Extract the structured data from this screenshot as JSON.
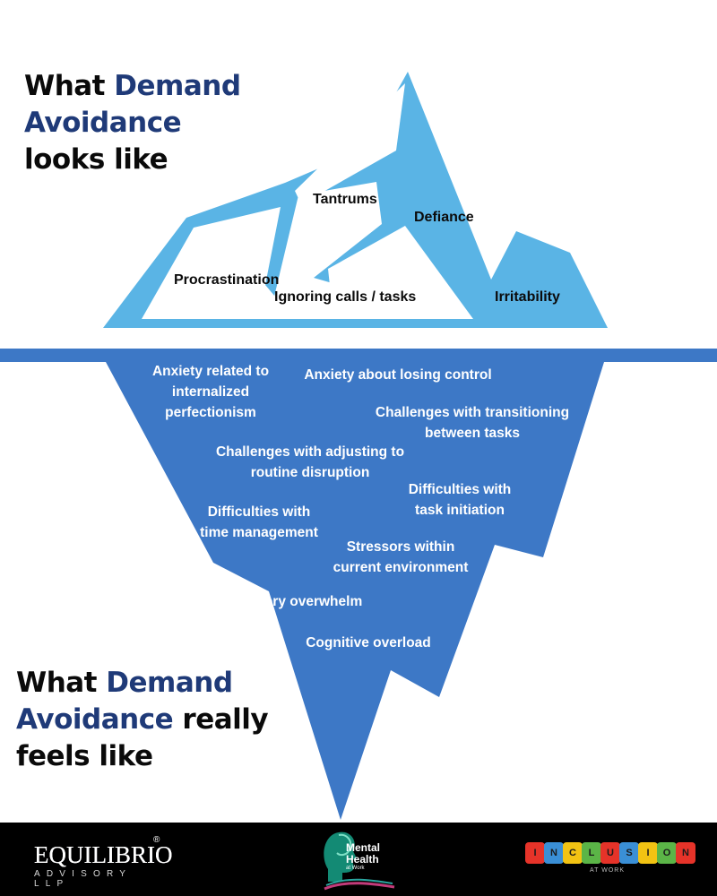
{
  "top_title": {
    "prefix": "What ",
    "accent": "Demand",
    "line2": "Avoidance",
    "line3": "looks like"
  },
  "bottom_title": {
    "prefix": "What ",
    "accent": "Demand",
    "accent2": "Avoidance",
    "suffix": " really",
    "line3": "feels like"
  },
  "above_water": [
    "Tantrums",
    "Defiance",
    "Procrastination",
    "Ignoring calls / tasks",
    "Irritability"
  ],
  "below_water": [
    [
      "Anxiety related to",
      "internalized",
      "perfectionism"
    ],
    [
      "Anxiety about losing control"
    ],
    [
      "Challenges with transitioning",
      "between tasks"
    ],
    [
      "Challenges with adjusting to",
      "routine disruption"
    ],
    [
      "Difficulties with",
      "task initiation"
    ],
    [
      "Difficulties with",
      "time management"
    ],
    [
      "Stressors within",
      "current environment"
    ],
    [
      "Sensory overwhelm"
    ],
    [
      "Cognitive overload"
    ]
  ],
  "footer": {
    "equilibrio": {
      "name": "EQUILIBRIO",
      "sub": "ADVISORY LLP",
      "reg": "®"
    },
    "mental_health": {
      "line1": "Mental",
      "line2": "Health",
      "line3": "at Work"
    },
    "inclusion": {
      "letters": [
        "I",
        "N",
        "C",
        "L",
        "U",
        "S",
        "I",
        "O",
        "N"
      ],
      "sub": "AT WORK"
    }
  },
  "colors": {
    "tip": "#5ab4e5",
    "submerged": "#3d78c6",
    "water": "#3d78c6",
    "title_accent": "#1f3a78",
    "footer_bg": "#000000",
    "puzzle": [
      "#e63329",
      "#3a8fd6",
      "#f2c313",
      "#5bb547",
      "#e63329",
      "#3a8fd6",
      "#f2c313",
      "#5bb547",
      "#e63329"
    ]
  }
}
